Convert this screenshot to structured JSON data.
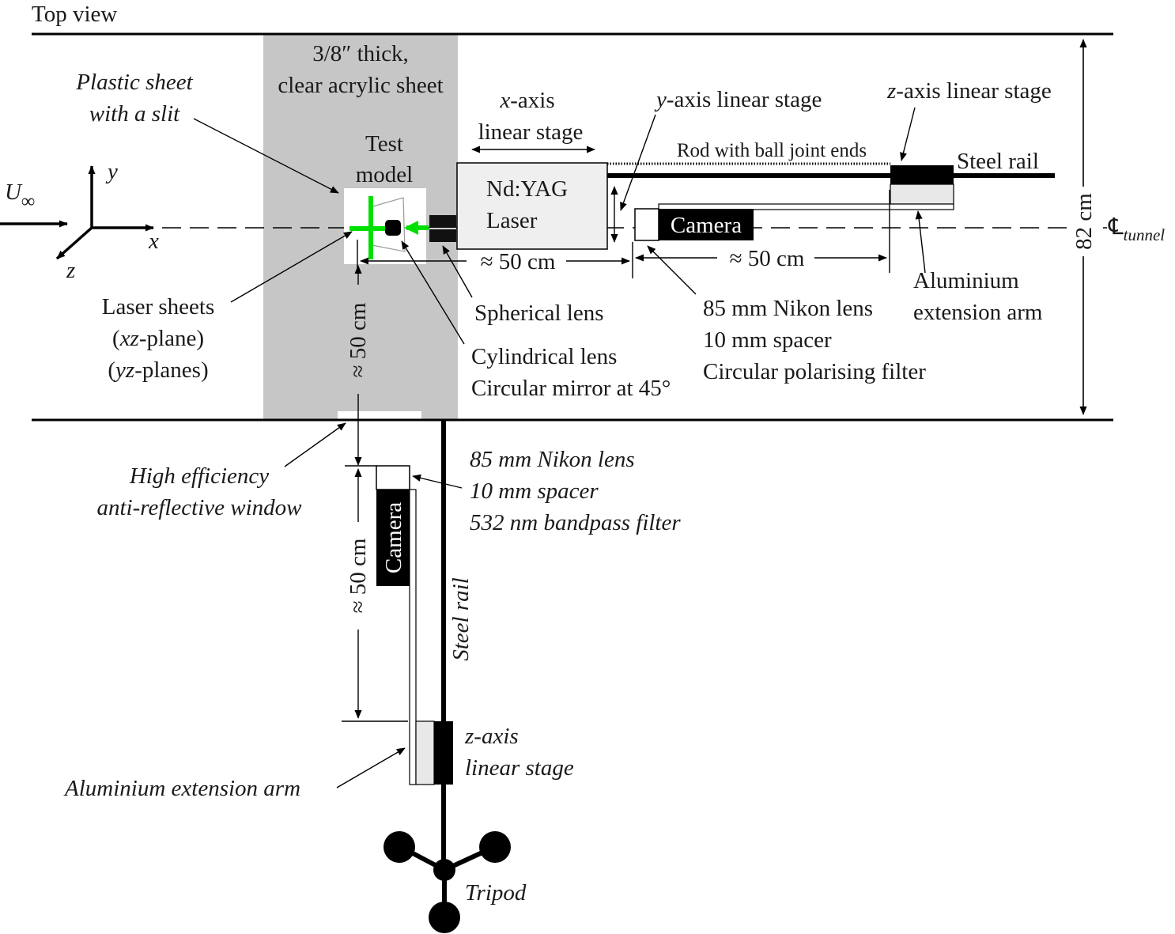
{
  "view_title": "Top view",
  "acrylic": {
    "line1": "3/8″ thick,",
    "line2": "clear acrylic sheet"
  },
  "plastic_sheet": {
    "line1": "Plastic sheet",
    "line2": "with a slit"
  },
  "test_model": {
    "line1": "Test",
    "line2": "model"
  },
  "x_stage": {
    "line1_var": "x",
    "line1_rest": "-axis",
    "line2": "linear stage"
  },
  "y_stage": {
    "var": "y",
    "rest": "-axis linear stage"
  },
  "z_stage_top": {
    "var": "z",
    "rest": "-axis linear stage"
  },
  "rod_label": "Rod with ball joint ends",
  "steel_rail_top": "Steel rail",
  "laser": {
    "line1": "Nd:YAG",
    "line2": "Laser"
  },
  "camera_top": "Camera",
  "freestream": {
    "symbol": "U",
    "subscript": "∞"
  },
  "axes": {
    "x": "x",
    "y": "y",
    "z": "z"
  },
  "centerline": {
    "symbol": "℄",
    "subscript": "tunnel"
  },
  "dim_tunnel": "82 cm",
  "dim_laser_model": "≈ 50 cm",
  "dim_camera_top": "≈ 50 cm",
  "dim_window_model": "≈ 50 cm",
  "dim_camera_side": "≈ 50 cm",
  "laser_sheets": {
    "line1": "Laser sheets",
    "line2_var": "xz",
    "line2_rest": "-plane)",
    "line3_var": "yz",
    "line3_rest": "-planes)"
  },
  "spherical_lens": "Spherical lens",
  "cylindrical": {
    "line1": "Cylindrical lens",
    "line2": "Circular mirror at 45°"
  },
  "top_camera_optics": {
    "line1": "85 mm Nikon lens",
    "line2": "10 mm spacer",
    "line3": "Circular polarising filter"
  },
  "aluminium_top": {
    "line1": "Aluminium",
    "line2": "extension arm"
  },
  "window": {
    "line1": "High efficiency",
    "line2": "anti-reflective window"
  },
  "side_camera_optics": {
    "line1": "85 mm Nikon lens",
    "line2": "10 mm spacer",
    "line3": "532 nm bandpass filter"
  },
  "camera_side": "Camera",
  "steel_rail_side": "Steel rail",
  "z_stage_side": {
    "line1": "z-axis",
    "line2": "linear stage"
  },
  "aluminium_side": "Aluminium extension arm",
  "tripod": "Tripod",
  "colors": {
    "acrylic": "#c6c6c6",
    "laser_beam": "#00e000",
    "ink": "#000000",
    "laser_box": "#efefef"
  }
}
